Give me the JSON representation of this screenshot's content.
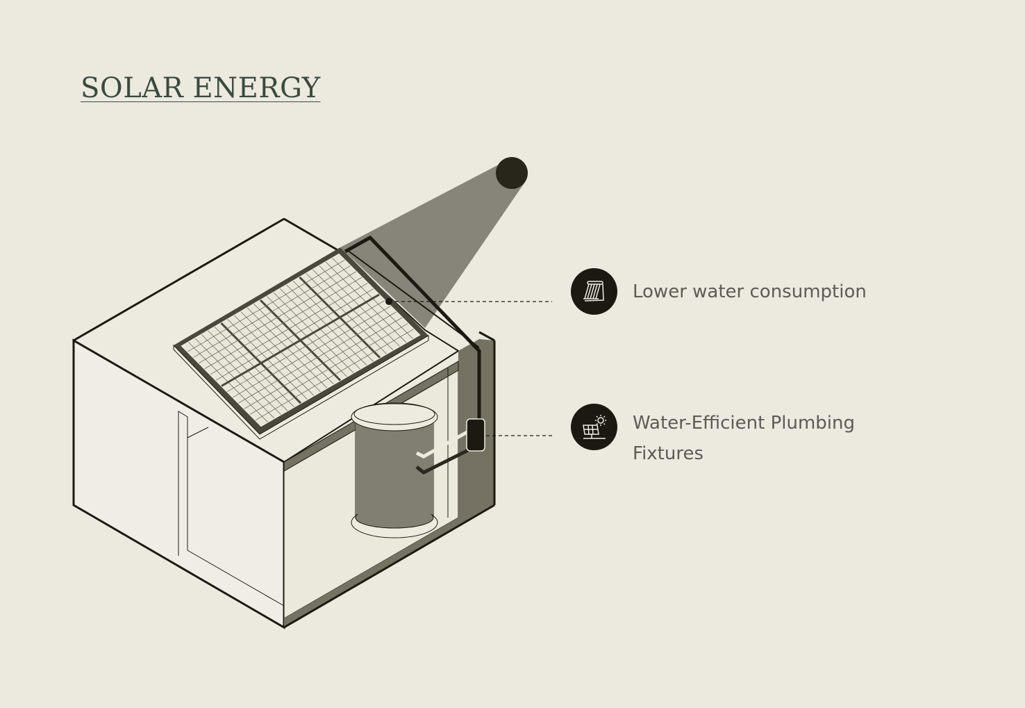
{
  "title": "SOLAR ENERGY",
  "features": [
    {
      "label": "Lower water consumption",
      "icon": "solar-water-heater-icon"
    },
    {
      "label": "Water-Efficient Plumbing Fixtures",
      "icon": "solar-panel-sun-icon"
    }
  ],
  "colors": {
    "background": "#ece9de",
    "title": "#3b4a3f",
    "dark": "#1c1a10",
    "shade": "#87857a"
  }
}
